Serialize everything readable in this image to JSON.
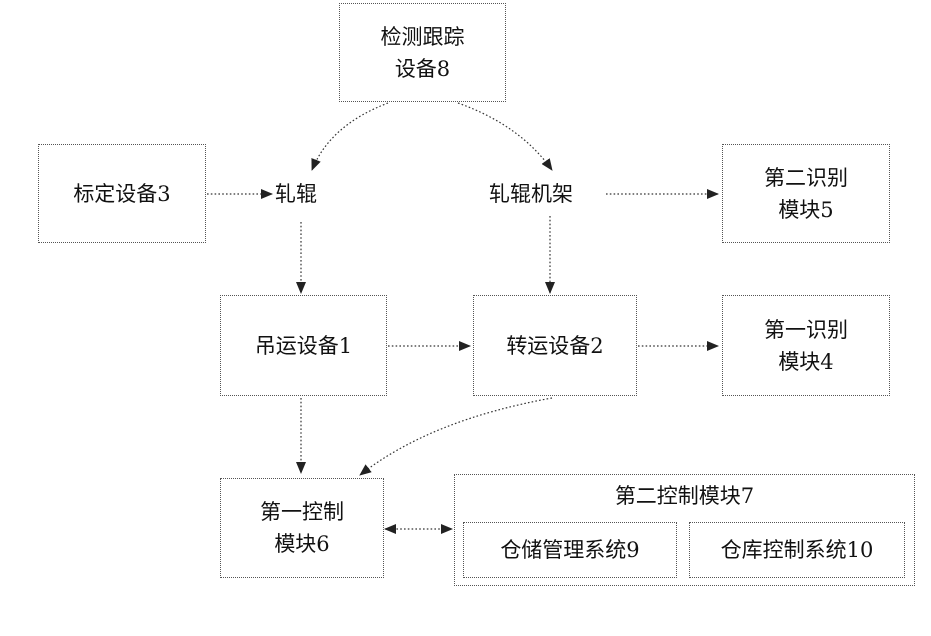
{
  "nodes": {
    "detection_tracking": [
      "检测跟踪",
      "设备8"
    ],
    "calibration": "标定设备3",
    "roll": "轧辊",
    "roll_stand": "轧辊机架",
    "second_recognition": [
      "第二识别",
      "模块5"
    ],
    "lifting": "吊运设备1",
    "transfer": "转运设备2",
    "first_recognition": [
      "第一识别",
      "模块4"
    ],
    "first_control": [
      "第一控制",
      "模块6"
    ],
    "second_control": {
      "title": "第二控制模块7",
      "wms": "仓储管理系统9",
      "wcs": "仓库控制系统10"
    }
  },
  "colors": {
    "line": "#333333",
    "border": "#555555"
  }
}
